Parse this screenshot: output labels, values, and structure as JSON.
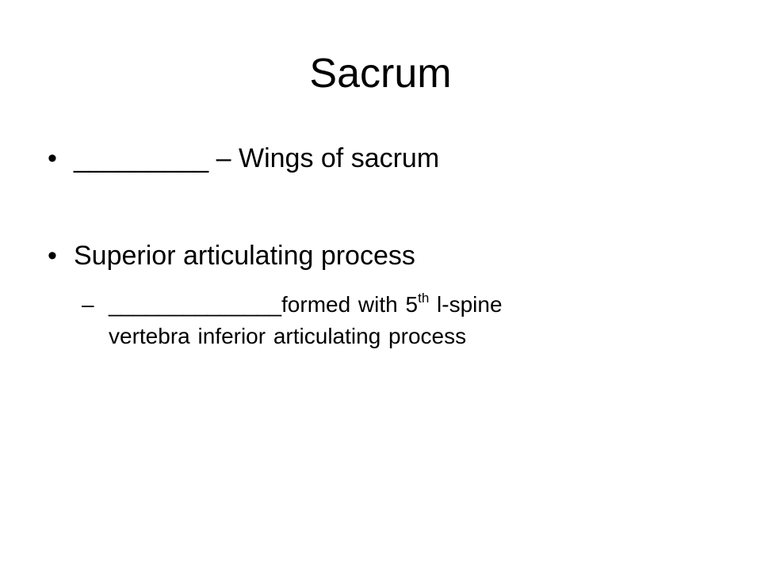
{
  "slide": {
    "title": "Sacrum",
    "bullets": [
      {
        "marker": "•",
        "text": "_________ – Wings of sacrum"
      },
      {
        "marker": "•",
        "text": "Superior articulating process",
        "sub": {
          "marker": "–",
          "line1_pre": "______________formed with 5",
          "line1_sup": "th",
          "line1_post": " l-spine",
          "line2": "vertebra inferior articulating process"
        }
      }
    ]
  }
}
